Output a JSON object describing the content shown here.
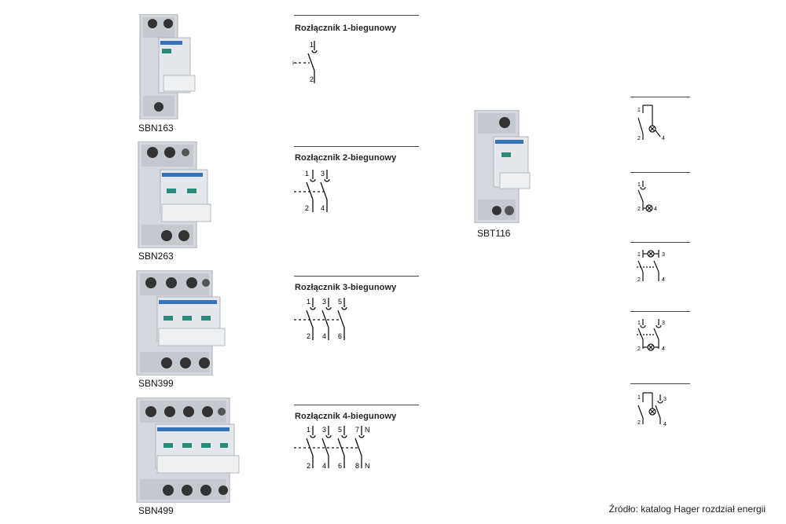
{
  "products": [
    {
      "code": "SBN163"
    },
    {
      "code": "SBN263"
    },
    {
      "code": "SBN399"
    },
    {
      "code": "SBN499"
    },
    {
      "code": "SBT116"
    }
  ],
  "switch_sections": [
    {
      "title": "Rozłącznik 1-biegunowy",
      "top_terms": [
        "1"
      ],
      "bottom_terms": [
        "2"
      ]
    },
    {
      "title": "Rozłącznik 2-biegunowy",
      "top_terms": [
        "1",
        "3"
      ],
      "bottom_terms": [
        "2",
        "4"
      ]
    },
    {
      "title": "Rozłącznik 3-biegunowy",
      "top_terms": [
        "1",
        "3",
        "5"
      ],
      "bottom_terms": [
        "2",
        "4",
        "6"
      ]
    },
    {
      "title": "Rozłącznik 4-biegunowy",
      "top_terms": [
        "1",
        "3",
        "5",
        "7",
        "N"
      ],
      "bottom_terms": [
        "2",
        "4",
        "6",
        "8",
        "N"
      ]
    }
  ],
  "lamp_diagrams": [
    {
      "labels": [
        "1",
        "2",
        "4"
      ]
    },
    {
      "labels": [
        "1",
        "2",
        "4"
      ]
    },
    {
      "labels": [
        "1",
        "3",
        "2",
        "4"
      ]
    },
    {
      "labels": [
        "1",
        "3",
        "2",
        "4"
      ]
    },
    {
      "labels": [
        "1",
        "3",
        "2",
        "4"
      ]
    }
  ],
  "source": "Źródło: katalog Hager rozdział energii"
}
